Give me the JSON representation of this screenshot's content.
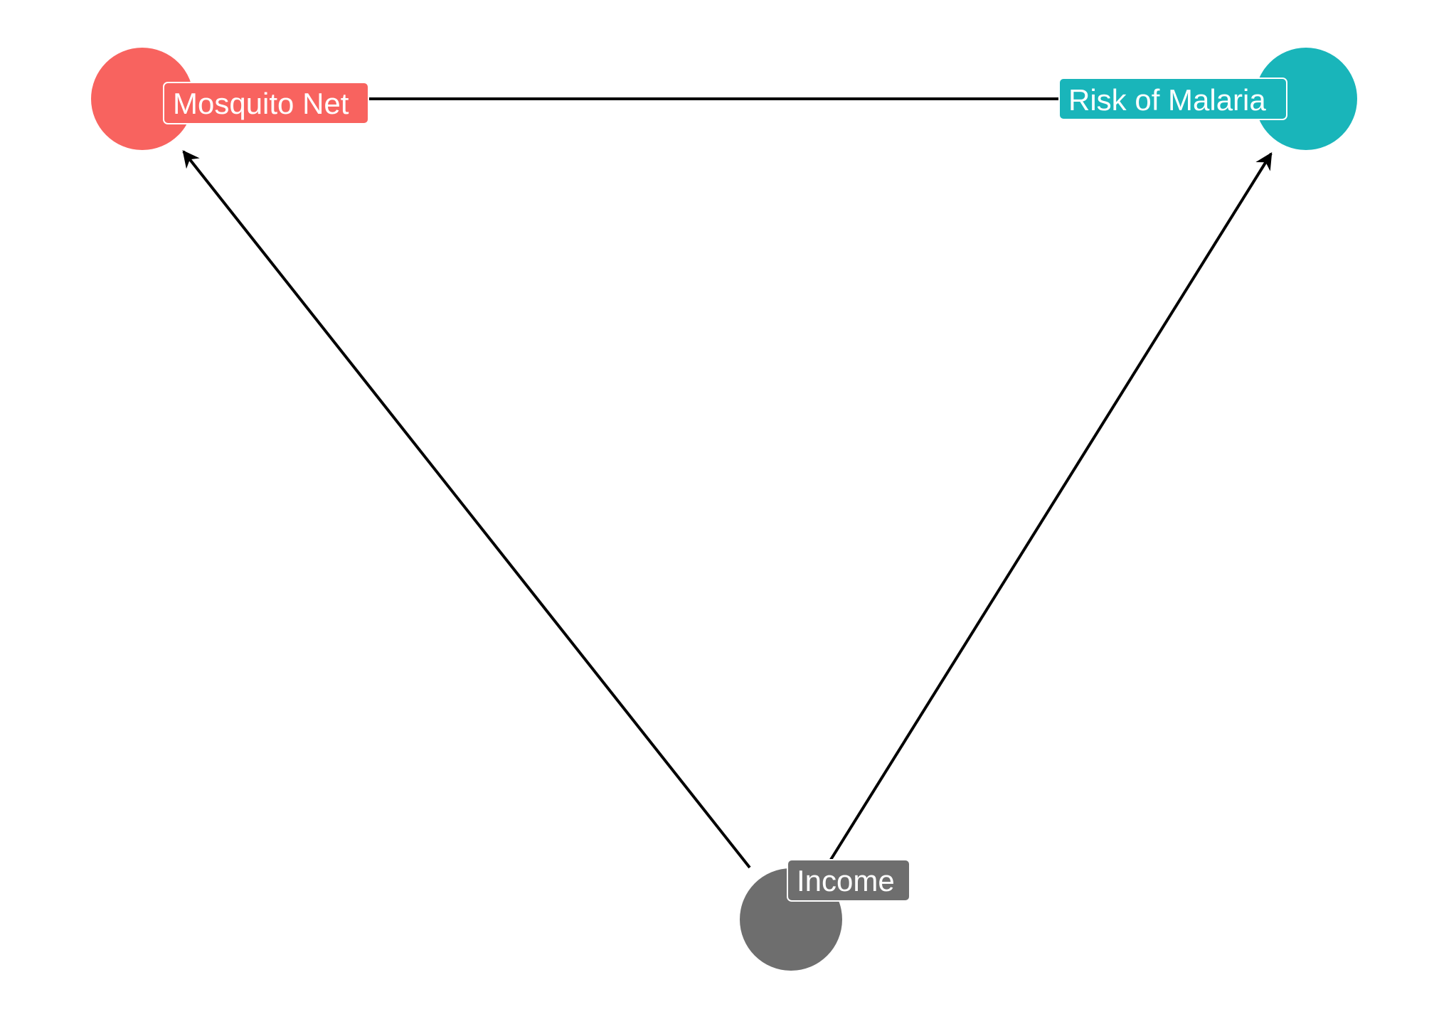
{
  "diagram": {
    "nodes": [
      {
        "id": "mosquito_net",
        "label": "Mosquito Net",
        "color": "#F8635F"
      },
      {
        "id": "risk_of_malaria",
        "label": "Risk of Malaria",
        "color": "#19B5BA"
      },
      {
        "id": "income",
        "label": "Income",
        "color": "#6E6E6E"
      }
    ],
    "edges": [
      {
        "from": "mosquito_net",
        "to": "risk_of_malaria",
        "arrow": false
      },
      {
        "from": "income",
        "to": "mosquito_net",
        "arrow": true
      },
      {
        "from": "income",
        "to": "risk_of_malaria",
        "arrow": true
      }
    ],
    "edge_color": "#000000"
  }
}
